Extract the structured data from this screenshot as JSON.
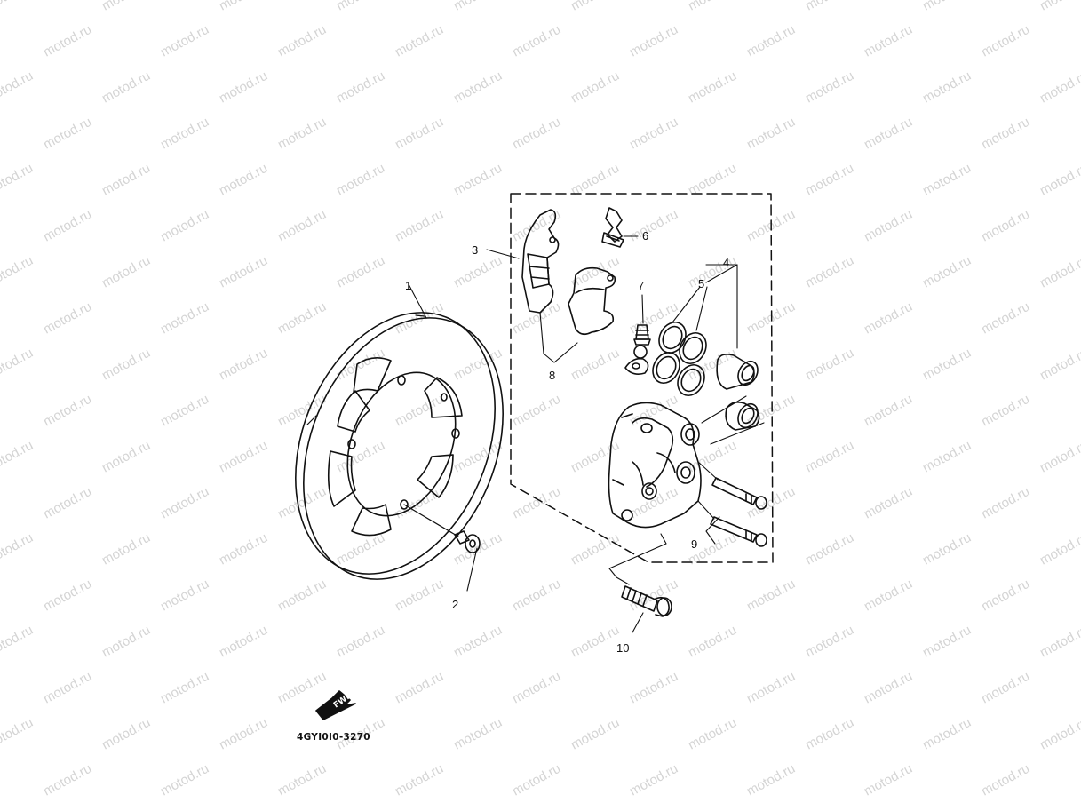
{
  "diagram": {
    "part_code": "4GYI0I0-3270",
    "fwd_label": "FWD",
    "watermark_text": "motod.ru",
    "colors": {
      "line": "#111111",
      "watermark": "#d4d4d4",
      "background": "#ffffff"
    },
    "callouts": [
      {
        "id": "1",
        "label": "1"
      },
      {
        "id": "2",
        "label": "2"
      },
      {
        "id": "3",
        "label": "3"
      },
      {
        "id": "4",
        "label": "4"
      },
      {
        "id": "5",
        "label": "5"
      },
      {
        "id": "6",
        "label": "6"
      },
      {
        "id": "7",
        "label": "7"
      },
      {
        "id": "8",
        "label": "8"
      },
      {
        "id": "9",
        "label": "9"
      },
      {
        "id": "10",
        "label": "10"
      }
    ]
  }
}
